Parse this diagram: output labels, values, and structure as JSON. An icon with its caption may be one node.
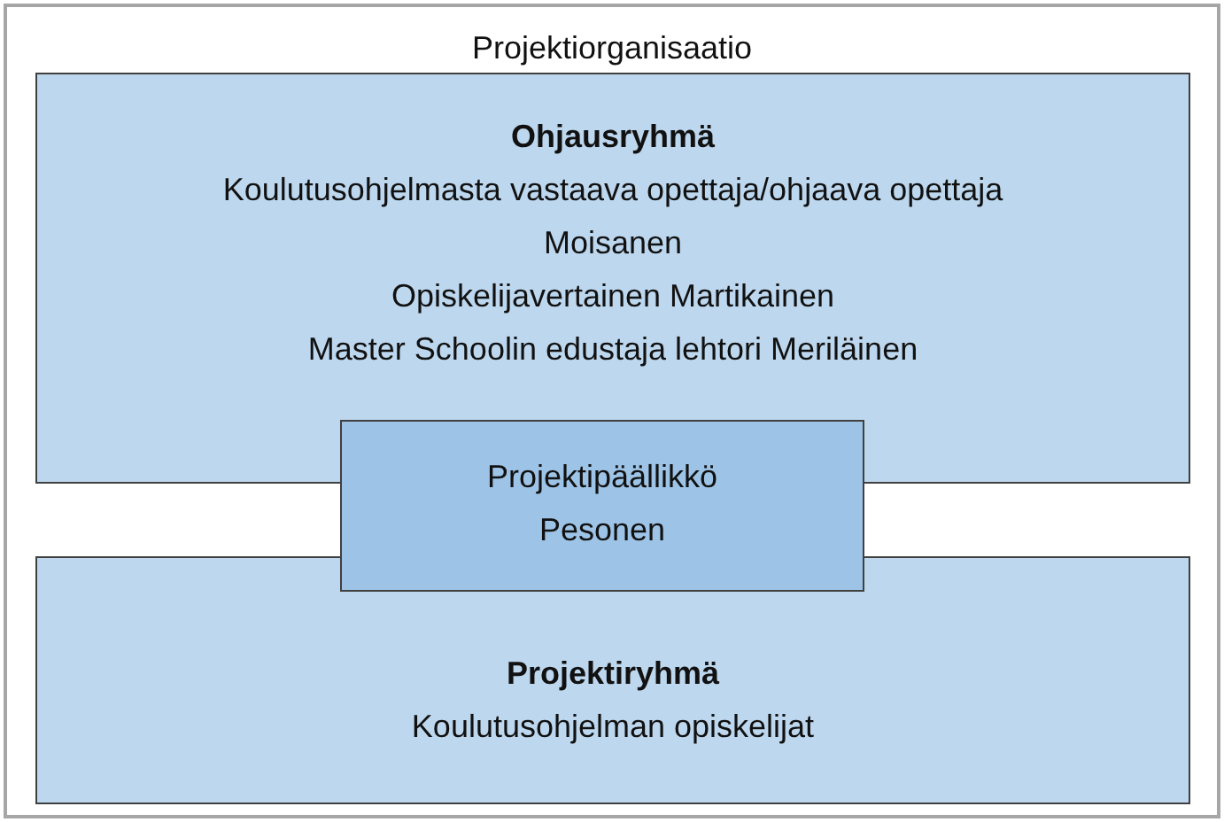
{
  "diagram": {
    "nodes": [
      {
        "text": [
          "Projektiorganisaatio"
        ]
      },
      {
        "text": [
          "Ohjausryhmä",
          "Koulutusohjelmasta vastaava opettaja/ohjaava opettaja Moisanen",
          "Opiskelijavertainen Martikainen",
          "Master Schoolin edustaja lehtori Meriläinen"
        ],
        "in": 0
      },
      {
        "text": [
          "Projektipäällikkö Pesonen"
        ],
        "in": 0
      },
      {
        "text": [
          "Projektiryhmä",
          "Koulutusohjelman opiskelijat"
        ],
        "in": 0
      }
    ]
  }
}
